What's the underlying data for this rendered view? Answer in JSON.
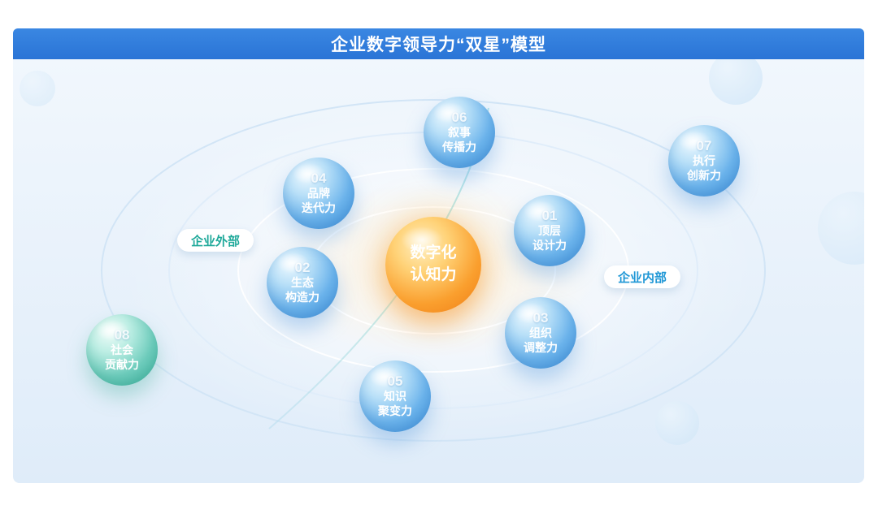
{
  "title": "企业数字领导力“双星”模型",
  "center": {
    "line1": "数字化",
    "line2": "认知力"
  },
  "regions": {
    "outer": "企业外部",
    "inner": "企业内部"
  },
  "nodes": [
    {
      "number": "01",
      "line1": "顶层",
      "line2": "设计力"
    },
    {
      "number": "02",
      "line1": "生态",
      "line2": "构造力"
    },
    {
      "number": "03",
      "line1": "组织",
      "line2": "调整力"
    },
    {
      "number": "04",
      "line1": "品牌",
      "line2": "迭代力"
    },
    {
      "number": "05",
      "line1": "知识",
      "line2": "聚变力"
    },
    {
      "number": "06",
      "line1": "叙事",
      "line2": "传播力"
    },
    {
      "number": "07",
      "line1": "执行",
      "line2": "创新力"
    },
    {
      "number": "08",
      "line1": "社会",
      "line2": "贡献力"
    }
  ],
  "colors": {
    "header_blue": "#2b7cdb",
    "sphere_blue": "#4a9de2",
    "sphere_teal": "#45b9a8",
    "center_orange": "#f6921e",
    "outer_label": "#1fa99a",
    "inner_label": "#1f97d6"
  }
}
